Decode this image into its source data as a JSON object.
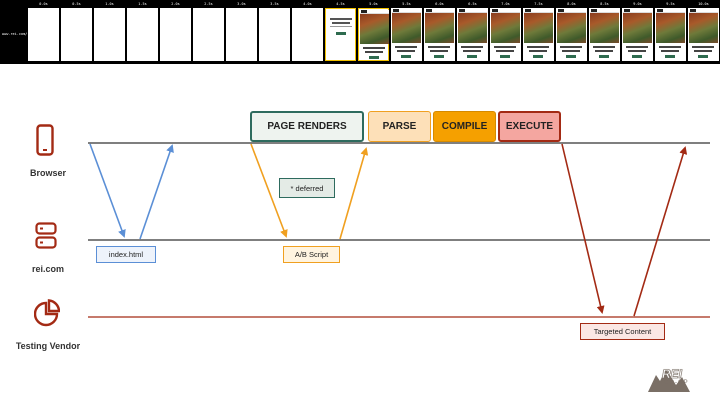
{
  "filmstrip": {
    "url": "www.rei.com/",
    "frames": [
      {
        "time": "0.0s",
        "state": "blank"
      },
      {
        "time": "0.5s",
        "state": "blank"
      },
      {
        "time": "1.0s",
        "state": "blank"
      },
      {
        "time": "1.5s",
        "state": "blank"
      },
      {
        "time": "2.0s",
        "state": "blank"
      },
      {
        "time": "2.5s",
        "state": "blank"
      },
      {
        "time": "3.0s",
        "state": "blank"
      },
      {
        "time": "3.5s",
        "state": "blank"
      },
      {
        "time": "4.0s",
        "state": "blank"
      },
      {
        "time": "4.5s",
        "state": "text"
      },
      {
        "time": "5.0s",
        "state": "full"
      },
      {
        "time": "5.5s",
        "state": "full"
      },
      {
        "time": "6.0s",
        "state": "full"
      },
      {
        "time": "6.5s",
        "state": "full"
      },
      {
        "time": "7.0s",
        "state": "full"
      },
      {
        "time": "7.5s",
        "state": "full"
      },
      {
        "time": "8.0s",
        "state": "full"
      },
      {
        "time": "8.5s",
        "state": "full"
      },
      {
        "time": "9.0s",
        "state": "full"
      },
      {
        "time": "9.5s",
        "state": "full"
      },
      {
        "time": "10.0s",
        "state": "full"
      }
    ]
  },
  "lanes": {
    "browser": "Browser",
    "server": "rei.com",
    "vendor": "Testing Vendor"
  },
  "phases": {
    "page_renders": "PAGE RENDERS",
    "parse": "PARSE",
    "compile": "COMPILE",
    "execute": "EXECUTE"
  },
  "notes": {
    "deferred": "* deferred",
    "index_html": "index.html",
    "ab_script": "A/B Script",
    "targeted_content": "Targeted Content"
  },
  "logo": {
    "brand": "REI",
    "sub": "CO-OP"
  },
  "colors": {
    "request_blue": "#5b8fd6",
    "script_orange": "#f0a020",
    "vendor_red": "#a32a14",
    "page_renders_border": "#2e6b5e",
    "parse_fill": "#fde0b8",
    "compile_fill": "#f5a000",
    "execute_fill": "#f4a6a0"
  }
}
